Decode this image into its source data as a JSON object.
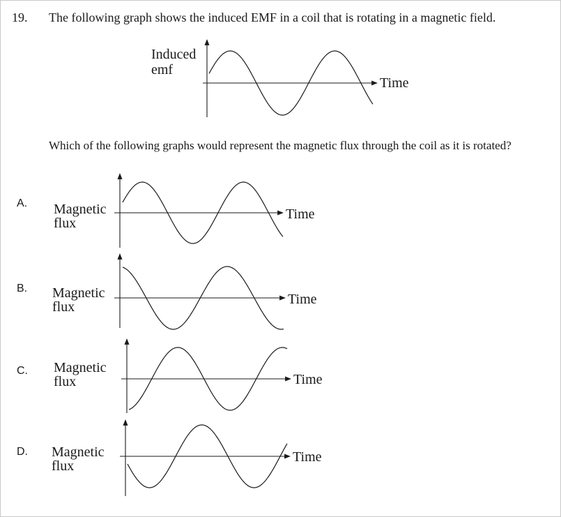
{
  "question": {
    "number": "19.",
    "text": "The following graph shows the induced EMF in a coil that is rotating in a magnetic field.",
    "prompt": "Which of the following graphs would represent the magnetic flux through the coil as it is rotated?"
  },
  "emf_graph": {
    "y_label_line1": "Induced",
    "y_label_line2": "emf",
    "x_label": "Time"
  },
  "options": [
    {
      "letter": "A.",
      "y_label_line1": "Magnetic",
      "y_label_line2": "flux",
      "x_label": "Time"
    },
    {
      "letter": "B.",
      "y_label_line1": "Magnetic",
      "y_label_line2": "flux",
      "x_label": "Time"
    },
    {
      "letter": "C.",
      "y_label_line1": "Magnetic",
      "y_label_line2": "flux",
      "x_label": "Time"
    },
    {
      "letter": "D.",
      "y_label_line1": "Magnetic",
      "y_label_line2": "flux",
      "x_label": "Time"
    }
  ]
}
